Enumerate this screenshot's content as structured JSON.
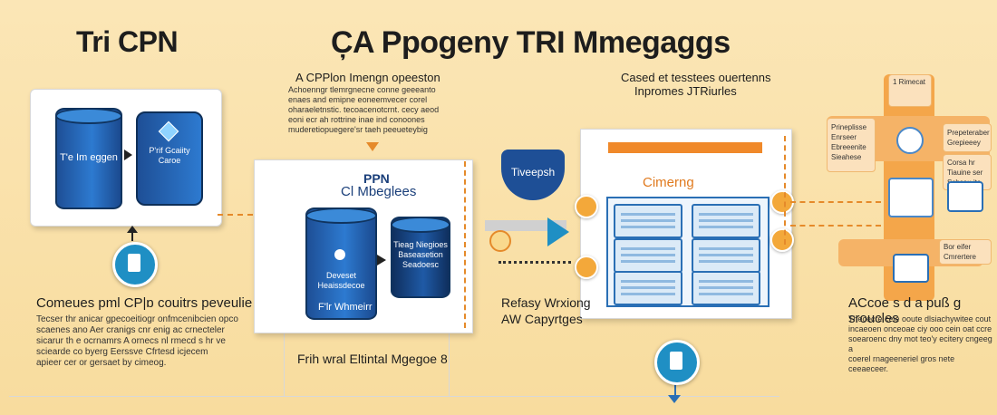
{
  "header": {
    "left_title": "Tri CPN",
    "main_title": "C̦A Ppogeny TRI Mmegaggs"
  },
  "left": {
    "card_label": "T'e Im eggen",
    "cyl_label": "P'rif Gcaiity Caroe",
    "caption_title": "Comeues pml CP|ɒ couitrs peveulie",
    "caption_body": [
      "Tecser thr anicar gpecoeitiogr onfmcenibcien opco",
      "scaenes ano Aer cranigs cnr enig ac crnecteler",
      "sicarur th e ocrnamrs A ornecs nl rmecd s hr ve",
      "sciearde co byerg Eerssve Cfrtesd icjecem",
      "apieer cer or gersaet by cimeog."
    ]
  },
  "center": {
    "note_title": "A CPPlon Imengn opeeston",
    "note_lines": [
      "Achoenngr tlemrgnecne conne geeeanto",
      "enaes and emipne eoneemvecer corel",
      "oharaeletnstic. tecoacenotcrnt. cecy aeod",
      "eoni ecr ah rottrine inae ind conoones",
      "muderetiopuegere'sr taeh peeueteybig"
    ],
    "pn_label": "PPN",
    "card_title": "Cl Mbeglees",
    "cyl_left_label": "Deveset Heaissdecoe",
    "cyl_right_label": "Tieag Niegioes Baseasetion Seadoesc",
    "bottom_label": "F'lr Whmeirr",
    "caption": "Frih wral Eltintal Mgegoe 8"
  },
  "right_center": {
    "note_line1": "Cased et tesstees ouertenns",
    "note_line2": "Inpromes JTRiurles",
    "shield_label": "Tiveepsh",
    "card_title": "Cimerng",
    "side_label1": "Refasy Wrxiong",
    "side_label2": "AW Capyrtges"
  },
  "right": {
    "top_label": "1 Rimecat",
    "list_a": [
      "Prineplisse",
      "Enrseer",
      "Ebreeenite",
      "Sieahese"
    ],
    "list_b": [
      "Prepeteraber",
      "Grepieeey"
    ],
    "list_c": [
      "Corsa hr",
      "Tiauine ser",
      "Scbceu ite"
    ],
    "list_d": [
      "Bor eifer",
      "Cmrertere"
    ],
    "caption_title": "ACcoe s d a puß g sroucles",
    "caption_body": [
      "Thececre ceie ooute dlsiachywitee cout",
      "incaeoen onceoae ciy ooo cein oat ccre",
      "soearoenc dny mot teo'y ecitery cngeeg a",
      "coerel rnageeneriel gros nete ceeaeceer."
    ]
  }
}
